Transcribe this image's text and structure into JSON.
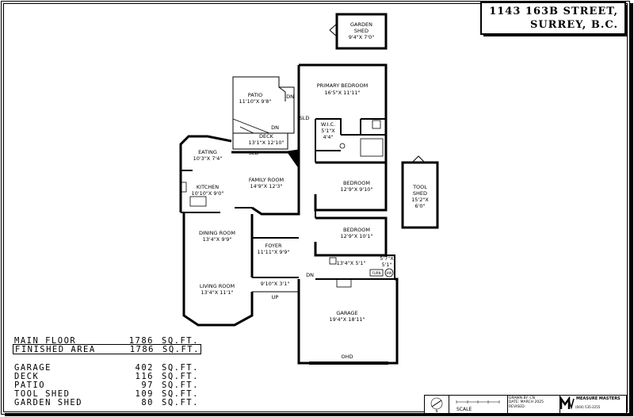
{
  "address": {
    "line1": "1143 163B STREET,",
    "line2": "SURREY, B.C."
  },
  "rooms": {
    "garden_shed": {
      "name_1": "GARDEN",
      "name_2": "SHED",
      "dims": "9'4\"X 7'0\""
    },
    "patio": {
      "name": "PATIO",
      "dims": "11'10\"X 9'8\""
    },
    "deck": {
      "name": "DECK",
      "dims": "13'1\"X 12'10\""
    },
    "primary_bedroom": {
      "name": "PRIMARY BEDROOM",
      "dims": "16'5\"X 11'11\""
    },
    "wic": {
      "name": "W.I.C.",
      "dims_1": "5'1\"X",
      "dims_2": "4'4\""
    },
    "eating": {
      "name": "EATING",
      "dims": "10'3\"X 7'4\""
    },
    "kitchen": {
      "name": "KITCHEN",
      "dims": "10'10\"X 9'0\""
    },
    "family_room": {
      "name": "FAMILY ROOM",
      "dims": "14'9\"X 12'3\""
    },
    "bedroom_1": {
      "name": "BEDROOM",
      "dims": "12'9\"X 9'10\""
    },
    "bedroom_2": {
      "name": "BEDROOM",
      "dims": "12'9\"X 10'1\""
    },
    "tool_shed": {
      "name_1": "TOOL",
      "name_2": "SHED",
      "dims_1": "15'2\"X",
      "dims_2": "6'0\""
    },
    "dining_room": {
      "name": "DINING ROOM",
      "dims": "13'4\"X 9'9\""
    },
    "foyer": {
      "name": "FOYER",
      "dims": "11'11\"X 9'9\""
    },
    "laundry": {
      "dims": "13'4\"X 5'1\""
    },
    "mech": {
      "dims_1": "5'7\"X",
      "dims_2": "5'1\"",
      "furn": "FURN",
      "hw": "HW"
    },
    "living_room": {
      "name": "LIVING ROOM",
      "dims": "13'4\"X 11'1\""
    },
    "hall": {
      "dims": "9'10\"X 3'1\""
    },
    "garage": {
      "name": "GARAGE",
      "dims": "19'4\"X 18'11\""
    }
  },
  "notes": {
    "dn_patio": "DN",
    "dn_deck": "DN",
    "sld_deck": "SLD",
    "sld_bedroom": "SLD",
    "dn_garage": "DN",
    "up_hall": "UP",
    "ohd": "OHD"
  },
  "areas": [
    {
      "name": "MAIN FLOOR",
      "value": "1786",
      "unit": "SQ.FT."
    },
    {
      "name": "FINISHED AREA",
      "value": "1786",
      "unit": "SQ.FT."
    },
    {
      "name": "GARAGE",
      "value": "402",
      "unit": "SQ.FT."
    },
    {
      "name": "DECK",
      "value": "116",
      "unit": "SQ.FT."
    },
    {
      "name": "PATIO",
      "value": "97",
      "unit": "SQ.FT."
    },
    {
      "name": "TOOL SHED",
      "value": "109",
      "unit": "SQ.FT."
    },
    {
      "name": "GARDEN SHED",
      "value": "80",
      "unit": "SQ.FT."
    }
  ],
  "footer": {
    "north": "N",
    "scale_label": "SCALE",
    "drawn_by": "DRAWN BY: CN",
    "date": "DATE: MARCH 2025",
    "revised": "REVISED:",
    "brand": "MEASURE MASTERS",
    "phone": "(604) 535-2255"
  },
  "colors": {
    "ink": "#000000",
    "paper": "#ffffff"
  }
}
